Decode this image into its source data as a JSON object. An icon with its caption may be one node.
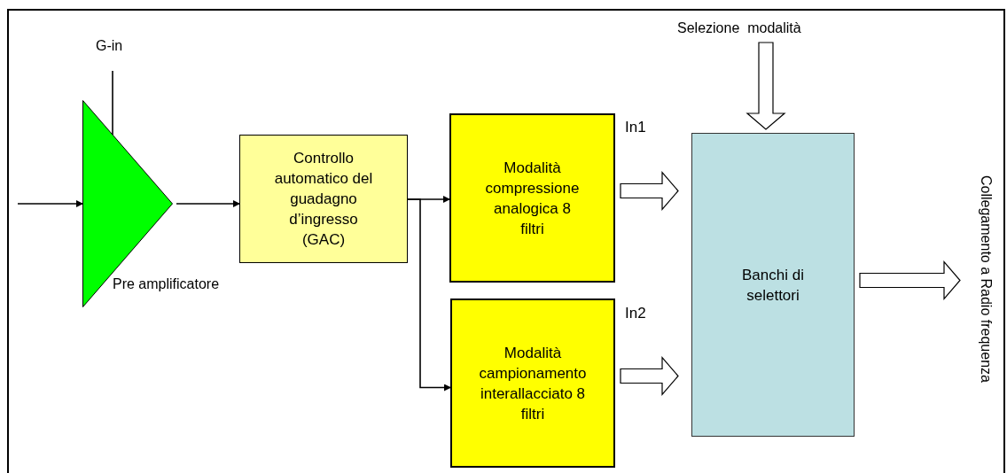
{
  "diagram": {
    "nodes": [
      {
        "text": [
          "Pre amplificatore"
        ]
      },
      {
        "text": [
          "Controllo automatico del guadagno d’ingresso (GAC)"
        ]
      },
      {
        "text": [
          "Modalità compressione analogica 8 filtri"
        ],
        "beside": [
          "In1"
        ]
      },
      {
        "text": [
          "Modalità campionamento interallacciato 8 filtri"
        ],
        "beside": [
          "In2"
        ]
      },
      {
        "text": [
          "Banchi di selettori"
        ]
      },
      {
        "text": [
          "G-in"
        ]
      },
      {
        "text": [
          "Selezione  modalità"
        ]
      },
      {
        "text": [
          "Collegamento a Radio frequenza"
        ]
      }
    ],
    "edges": [
      {
        "from": null,
        "to": 0,
        "arrow": "to"
      },
      {
        "from": 0,
        "to": 1,
        "arrow": "to"
      },
      {
        "from": 1,
        "to": 2,
        "arrow": "to"
      },
      {
        "from": 1,
        "to": 3,
        "arrow": "to"
      },
      {
        "from": 2,
        "to": 4,
        "arrow": "to",
        "style": "thick"
      },
      {
        "from": 3,
        "to": 4,
        "arrow": "to",
        "style": "thick"
      },
      {
        "from": 6,
        "to": 4,
        "arrow": "to",
        "style": "thick"
      },
      {
        "from": 4,
        "to": 7,
        "arrow": "to",
        "style": "thick"
      },
      {
        "from": 5,
        "to": 0,
        "arrow": "none"
      }
    ]
  }
}
